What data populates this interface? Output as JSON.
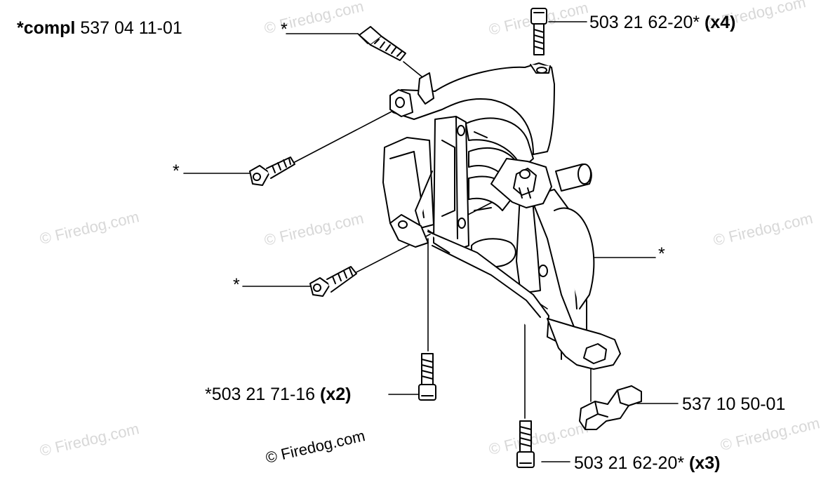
{
  "title": {
    "prefix": "*compl",
    "number": "537 04 11-01"
  },
  "callouts": {
    "top_left_star": "*",
    "left_upper_star": "*",
    "left_lower_star": "*",
    "right_star": "*",
    "top_right": {
      "part": "503 21 62-20*",
      "qty": "(x4)"
    },
    "bottom_left": {
      "part": "*503 21 71-16",
      "qty": "(x2)"
    },
    "bottom_right": {
      "part": "503 21 62-20*",
      "qty": "(x3)"
    },
    "clip": {
      "part": "537 10 50-01"
    }
  },
  "watermark": {
    "text": "© Firedog.com",
    "faint_text": "© Firedog.com",
    "color": "#d8d8d8"
  }
}
